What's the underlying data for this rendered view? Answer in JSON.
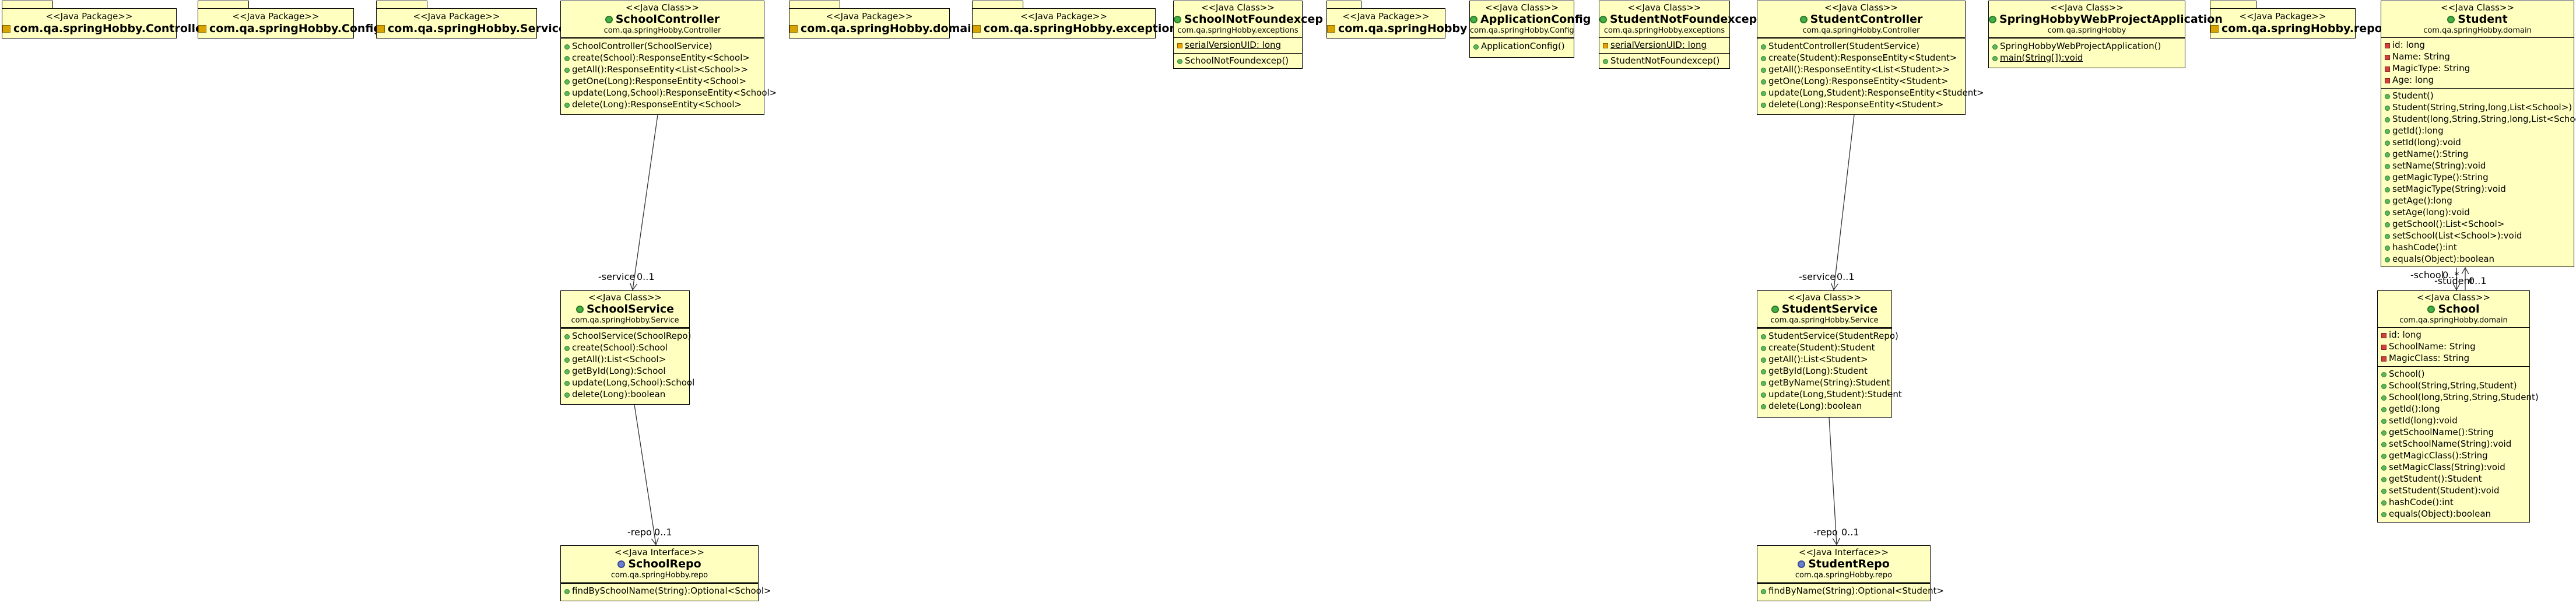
{
  "packages": {
    "controller": {
      "stereotype": "<<Java Package>>",
      "name": "com.qa.springHobby.Controller",
      "icon": "package-icon"
    },
    "config": {
      "stereotype": "<<Java Package>>",
      "name": "com.qa.springHobby.Config",
      "icon": "package-icon"
    },
    "service": {
      "stereotype": "<<Java Package>>",
      "name": "com.qa.springHobby.Service",
      "icon": "package-icon"
    },
    "domain": {
      "stereotype": "<<Java Package>>",
      "name": "com.qa.springHobby.domain",
      "icon": "package-icon"
    },
    "exceptions": {
      "stereotype": "<<Java Package>>",
      "name": "com.qa.springHobby.exceptions",
      "icon": "package-icon"
    },
    "root": {
      "stereotype": "<<Java Package>>",
      "name": "com.qa.springHobby",
      "icon": "package-icon"
    },
    "repo": {
      "stereotype": "<<Java Package>>",
      "name": "com.qa.springHobby.repo",
      "icon": "package-icon"
    }
  },
  "classes": {
    "schoolController": {
      "stereotype": "<<Java Class>>",
      "name": "SchoolController",
      "package": "com.qa.springHobby.Controller",
      "methods": [
        "SchoolController(SchoolService)",
        "create(School):ResponseEntity<School>",
        "getAll():ResponseEntity<List<School>>",
        "getOne(Long):ResponseEntity<School>",
        "update(Long,School):ResponseEntity<School>",
        "delete(Long):ResponseEntity<School>"
      ]
    },
    "schoolNotFound": {
      "stereotype": "<<Java Class>>",
      "name": "SchoolNotFoundexcep",
      "package": "com.qa.springHobby.exceptions",
      "fields": [
        "serialVersionUID: long"
      ],
      "methods": [
        "SchoolNotFoundexcep()"
      ]
    },
    "applicationConfig": {
      "stereotype": "<<Java Class>>",
      "name": "ApplicationConfig",
      "package": "com.qa.springHobby.Config",
      "methods": [
        "ApplicationConfig()"
      ]
    },
    "studentNotFound": {
      "stereotype": "<<Java Class>>",
      "name": "StudentNotFoundexcep",
      "package": "com.qa.springHobby.exceptions",
      "fields": [
        "serialVersionUID: long"
      ],
      "methods": [
        "StudentNotFoundexcep()"
      ]
    },
    "studentController": {
      "stereotype": "<<Java Class>>",
      "name": "StudentController",
      "package": "com.qa.springHobby.Controller",
      "methods": [
        "StudentController(StudentService)",
        "create(Student):ResponseEntity<Student>",
        "getAll():ResponseEntity<List<Student>>",
        "getOne(Long):ResponseEntity<Student>",
        "update(Long,Student):ResponseEntity<Student>",
        "delete(Long):ResponseEntity<Student>"
      ]
    },
    "webApp": {
      "stereotype": "<<Java Class>>",
      "name": "SpringHobbyWebProjectApplication",
      "package": "com.qa.springHobby",
      "methods": [
        "SpringHobbyWebProjectApplication()",
        "main(String[]):void"
      ]
    },
    "student": {
      "stereotype": "<<Java Class>>",
      "name": "Student",
      "package": "com.qa.springHobby.domain",
      "fields": [
        "id: long",
        "Name: String",
        "MagicType: String",
        "Age: long"
      ],
      "methods": [
        "Student()",
        "Student(String,String,long,List<School>)",
        "Student(long,String,String,long,List<School>)",
        "getId():long",
        "setId(long):void",
        "getName():String",
        "setName(String):void",
        "getMagicType():String",
        "setMagicType(String):void",
        "getAge():long",
        "setAge(long):void",
        "getSchool():List<School>",
        "setSchool(List<School>):void",
        "hashCode():int",
        "equals(Object):boolean"
      ]
    },
    "schoolService": {
      "stereotype": "<<Java Class>>",
      "name": "SchoolService",
      "package": "com.qa.springHobby.Service",
      "methods": [
        "SchoolService(SchoolRepo)",
        "create(School):School",
        "getAll():List<School>",
        "getById(Long):School",
        "update(Long,School):School",
        "delete(Long):boolean"
      ]
    },
    "studentService": {
      "stereotype": "<<Java Class>>",
      "name": "StudentService",
      "package": "com.qa.springHobby.Service",
      "methods": [
        "StudentService(StudentRepo)",
        "create(Student):Student",
        "getAll():List<Student>",
        "getById(Long):Student",
        "getByName(String):Student",
        "update(Long,Student):Student",
        "delete(Long):boolean"
      ]
    },
    "school": {
      "stereotype": "<<Java Class>>",
      "name": "School",
      "package": "com.qa.springHobby.domain",
      "fields": [
        "id: long",
        "SchoolName: String",
        "MagicClass: String"
      ],
      "methods": [
        "School()",
        "School(String,String,Student)",
        "School(long,String,String,Student)",
        "getId():long",
        "setId(long):void",
        "getSchoolName():String",
        "setSchoolName(String):void",
        "getMagicClass():String",
        "setMagicClass(String):void",
        "getStudent():Student",
        "setStudent(Student):void",
        "hashCode():int",
        "equals(Object):boolean"
      ]
    },
    "schoolRepo": {
      "stereotype": "<<Java Interface>>",
      "name": "SchoolRepo",
      "package": "com.qa.springHobby.repo",
      "methods": [
        "findBySchoolName(String):Optional<School>"
      ]
    },
    "studentRepo": {
      "stereotype": "<<Java Interface>>",
      "name": "StudentRepo",
      "package": "com.qa.springHobby.repo",
      "methods": [
        "findByName(String):Optional<Student>"
      ]
    }
  },
  "associations": {
    "schoolControllerService": {
      "role": "-service",
      "multiplicity": "0..1"
    },
    "schoolServiceRepo": {
      "role": "-repo",
      "multiplicity": "0..1"
    },
    "studentControllerService": {
      "role": "-service",
      "multiplicity": "0..1"
    },
    "studentServiceRepo": {
      "role": "-repo",
      "multiplicity": "0..1"
    },
    "schoolToStudent": {
      "role": "-student",
      "multiplicity": "0..1"
    },
    "studentToSchool": {
      "role": "-school",
      "multiplicity": "0..*"
    }
  },
  "colors": {
    "class_fill": "#ffffc0",
    "border": "#000000",
    "class_icon": "#43b043",
    "interface_icon": "#6a7fd0",
    "package_icon": "#d9a400"
  }
}
